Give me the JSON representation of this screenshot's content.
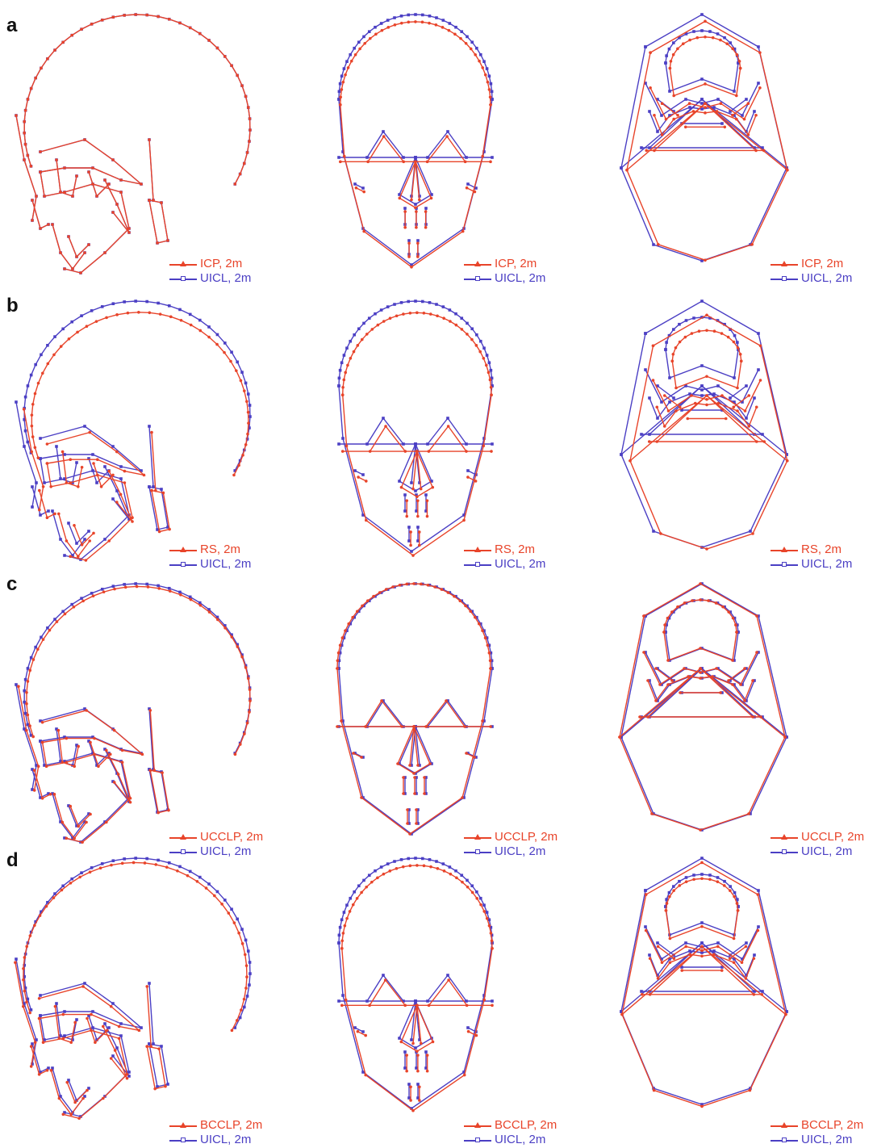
{
  "colors": {
    "compare": "#e8442a",
    "reference": "#4b3fc4"
  },
  "panels": [
    {
      "letter": "a",
      "compare_label": "ICP, 2m",
      "reference_label": "UICL, 2m"
    },
    {
      "letter": "b",
      "compare_label": "RS, 2m",
      "reference_label": "UICL, 2m"
    },
    {
      "letter": "c",
      "compare_label": "UCCLP, 2m",
      "reference_label": "UICL, 2m"
    },
    {
      "letter": "d",
      "compare_label": "BCCLP, 2m",
      "reference_label": "UICL, 2m"
    }
  ],
  "views": [
    "lateral",
    "frontal",
    "basal"
  ],
  "markers": {
    "compare": "triangle-marker",
    "reference": "square-marker"
  }
}
